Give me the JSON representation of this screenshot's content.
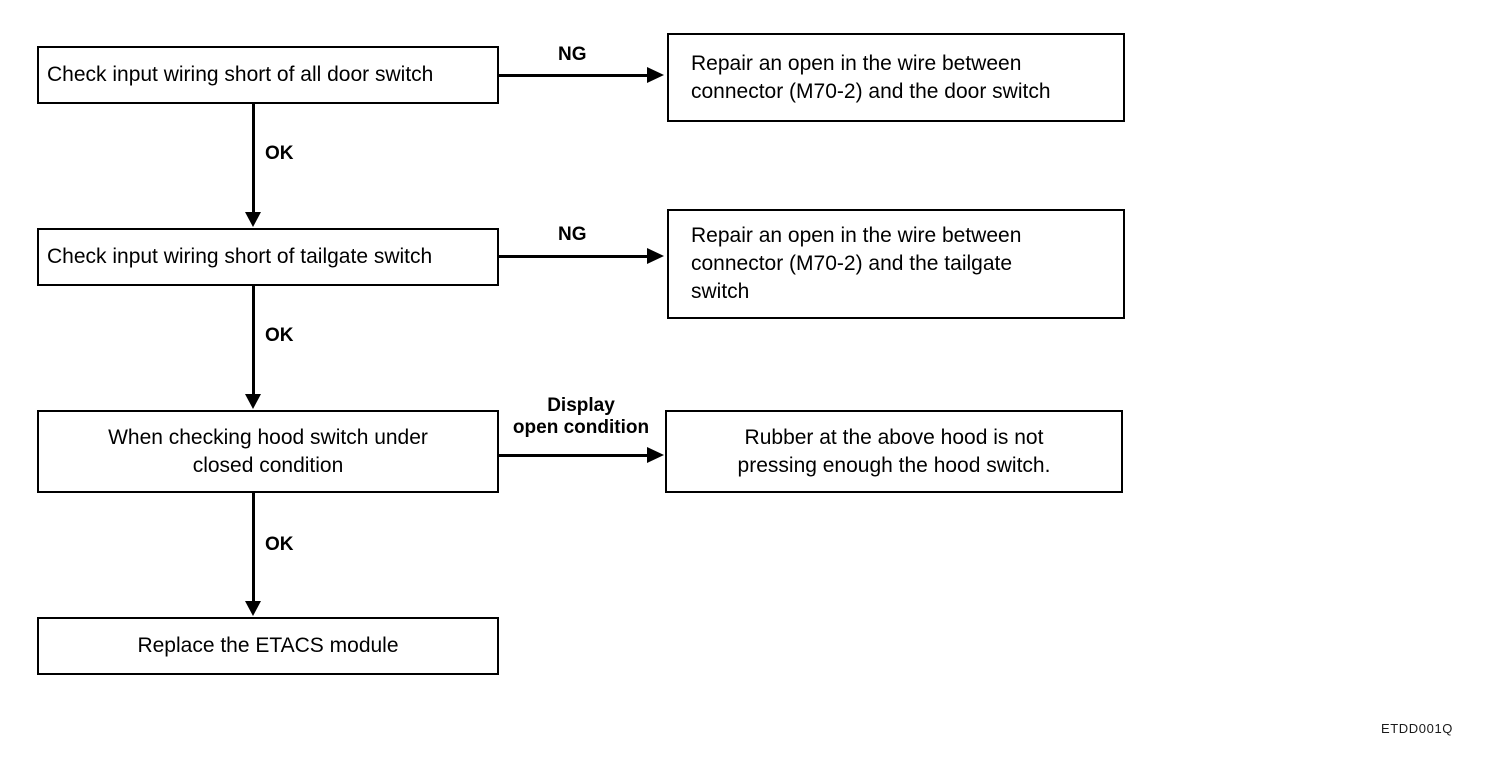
{
  "diagram": {
    "title": "Door/tailgate/hood switch input wiring troubleshooting flowchart",
    "figure_code": "ETDD001Q",
    "nodes": [
      {
        "id": "check-door-switch",
        "text": "Check input wiring short of all door switch"
      },
      {
        "id": "repair-door-switch",
        "text": "Repair an open in the wire between\nconnector (M70-2) and the door switch"
      },
      {
        "id": "check-tailgate-switch",
        "text": "Check input wiring short of tailgate switch"
      },
      {
        "id": "repair-tailgate-switch",
        "text": "Repair an open in the wire between\nconnector (M70-2) and the tailgate\nswitch"
      },
      {
        "id": "check-hood-switch",
        "text": "When checking hood switch under\nclosed condition"
      },
      {
        "id": "rubber-hood-switch",
        "text": "Rubber at the above hood is not\npressing enough the hood switch."
      },
      {
        "id": "replace-etacs",
        "text": "Replace the ETACS module"
      }
    ],
    "edge_labels": {
      "ng_door": "NG",
      "ok_door_to_tailgate": "OK",
      "ng_tailgate": "NG",
      "ok_tailgate_to_hood": "OK",
      "display_open_condition": "Display\nopen condition",
      "ok_hood_to_etacs": "OK"
    },
    "colors": {
      "stroke": "#000000",
      "fill": "#ffffff",
      "text": "#000000"
    }
  }
}
